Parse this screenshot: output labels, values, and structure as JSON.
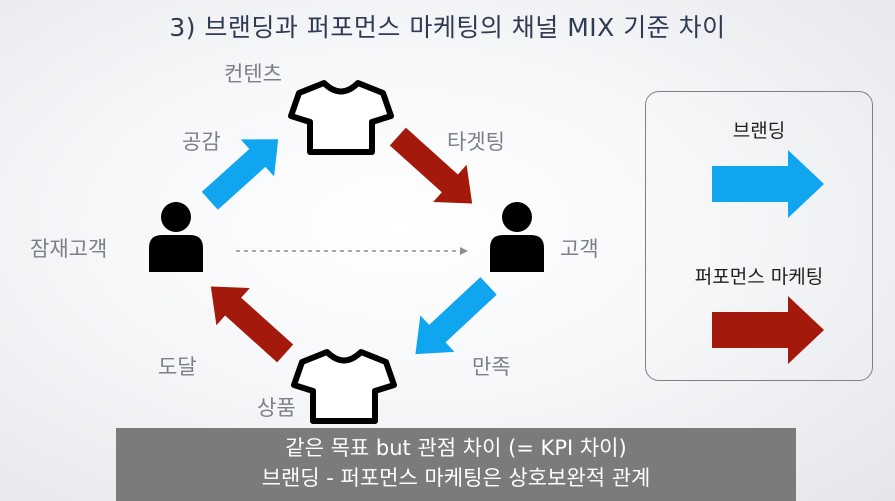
{
  "title": "3) 브랜딩과 퍼포먼스 마케팅의 채널 MIX 기준 차이",
  "diagram": {
    "nodes": {
      "content": "컨텐츠",
      "potential_customer": "잠재고객",
      "customer": "고객",
      "product": "상품"
    },
    "edges": {
      "empathy": "공감",
      "targeting": "타겟팅",
      "satisfaction": "만족",
      "reach": "도달"
    }
  },
  "legend": {
    "branding": "브랜딩",
    "performance": "퍼포먼스 마케팅"
  },
  "banner": {
    "line1": "같은 목표 but 관점 차이 (= KPI 차이)",
    "line2": "브랜딩 - 퍼포먼스 마케팅은 상호보완적 관계"
  },
  "colors": {
    "branding_blue": "#0fa6ef",
    "performance_red": "#a31a0c",
    "banner_gray": "#7b7c7a",
    "icon_black": "#000000"
  }
}
